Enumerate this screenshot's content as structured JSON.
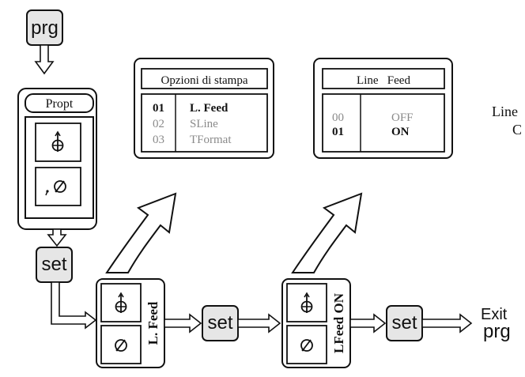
{
  "keys": {
    "prg": "prg",
    "set": "set"
  },
  "menu": {
    "label": "Propt"
  },
  "panel_options": {
    "title": "Opzioni di stampa",
    "rows": [
      {
        "num": "01",
        "label": "L. Feed",
        "selected": true
      },
      {
        "num": "02",
        "label": "SLine",
        "selected": false
      },
      {
        "num": "03",
        "label": "TFormat",
        "selected": false
      }
    ]
  },
  "panel_linefeed": {
    "title": "Line   Feed",
    "rows": [
      {
        "num": "00",
        "label": "OFF",
        "selected": false
      },
      {
        "num": "01",
        "label": "ON",
        "selected": true
      }
    ]
  },
  "display_lfeed": {
    "label": "L. Feed"
  },
  "display_lfeed_on": {
    "label": "LFeed ON"
  },
  "exit": {
    "line1": "Exit",
    "line2": "prg"
  },
  "side_note": {
    "line1": "Line",
    "line2": "C"
  },
  "icons": {
    "up_down": "up-down-arrow-icon",
    "dial": "rotary-dial-icon"
  },
  "colors": {
    "stroke": "#111111",
    "key_fill": "#e6e6e6",
    "disabled_text": "#8a8a8a"
  }
}
